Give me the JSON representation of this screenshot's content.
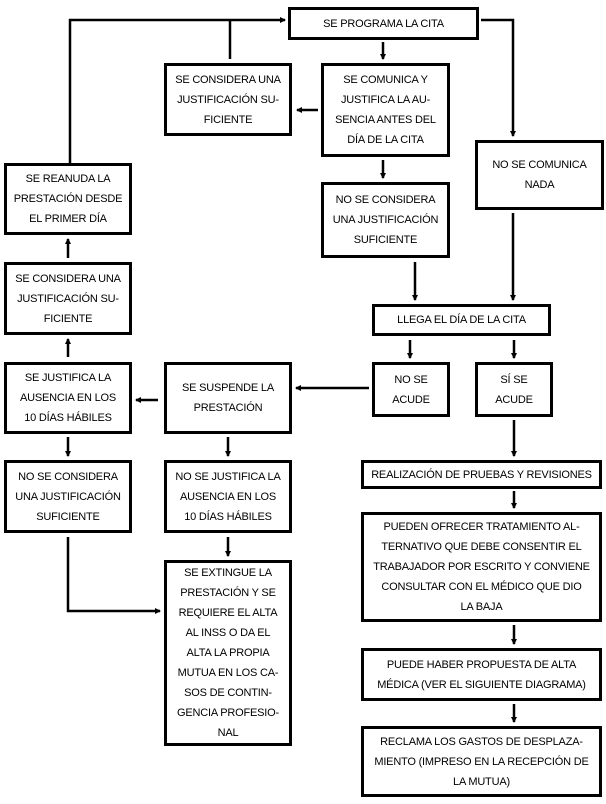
{
  "nodes": {
    "programa": "SE PROGRAMA LA CITA",
    "considera_top": "SE CONSIDERA UNA\nJUSTIFICACIÓN SU-\nFICIENTE",
    "comunica": "SE COMUNICA Y\nJUSTIFICA LA AU-\nSENCIA ANTES DEL\nDÍA DE LA CITA",
    "no_comunica": "NO SE COMUNICA\nNADA",
    "no_considera_mid": "NO SE CONSIDERA\nUNA JUSTIFICACIÓN\nSUFICIENTE",
    "reanuda": "SE REANUDA LA\nPRESTACIÓN DESDE\nEL PRIMER DÍA",
    "considera_left": "SE CONSIDERA UNA\nJUSTIFICACIÓN SU-\nFICIENTE",
    "llega": "LLEGA EL DÍA DE LA CITA",
    "no_acude": "NO SE\nACUDE",
    "si_acude": "SÍ SE\nACUDE",
    "suspende": "SE SUSPENDE LA\nPRESTACIÓN",
    "justifica": "SE JUSTIFICA LA\nAUSENCIA EN LOS\n10 DÍAS HÁBILES",
    "no_considera_bottom": "NO SE CONSIDERA\nUNA JUSTIFICACIÓN\nSUFICIENTE",
    "no_justifica": "NO SE JUSTIFICA LA\nAUSENCIA EN LOS\n10 DÍAS HÁBILES",
    "extingue": "SE EXTINGUE LA\nPRESTACIÓN Y SE\nREQUIERE EL ALTA\nAL INSS O DA EL\nALTA LA PROPIA\nMUTUA EN LOS CA-\nSOS DE CONTIN-\nGENCIA PROFESIO-\nNAL",
    "pruebas": "REALIZACIÓN DE PRUEBAS Y REVISIONES",
    "tratamiento": "PUEDEN OFRECER TRATAMIENTO AL-\nTERNATIVO QUE DEBE CONSENTIR EL\nTRABAJADOR POR ESCRITO Y CONVIENE\nCONSULTAR CON EL MÉDICO QUE DIO\nLA BAJA",
    "alta": "PUEDE HABER PROPUESTA DE ALTA\nMÉDICA (VER EL SIGUIENTE DIAGRAMA)",
    "gastos": "RECLAMA LOS GASTOS DE DESPLAZA-\nMIENTO (IMPRESO EN LA RECEPCIÓN DE\nLA MUTUA)"
  }
}
